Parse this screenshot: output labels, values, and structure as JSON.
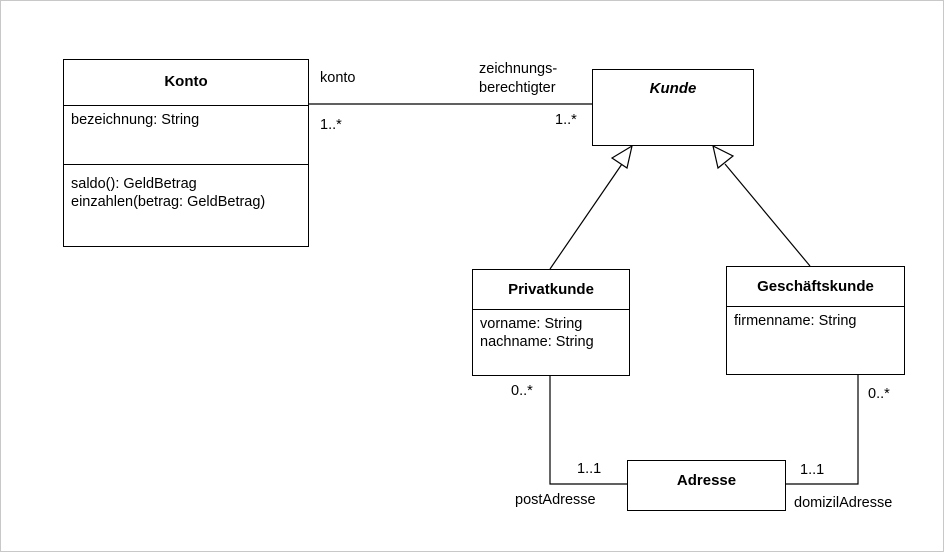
{
  "classes": {
    "konto": {
      "name": "Konto",
      "attributes": [
        "bezeichnung: String"
      ],
      "operations": [
        "saldo(): GeldBetrag",
        "einzahlen(betrag: GeldBetrag)"
      ]
    },
    "kunde": {
      "name": "Kunde",
      "abstract": true
    },
    "privatkunde": {
      "name": "Privatkunde",
      "attributes": [
        "vorname: String",
        "nachname: String"
      ]
    },
    "geschaeftskunde": {
      "name": "Geschäftskunde",
      "attributes": [
        "firmenname: String"
      ]
    },
    "adresse": {
      "name": "Adresse"
    }
  },
  "associations": {
    "konto_kunde": {
      "role_konto": "konto",
      "mult_konto": "1..*",
      "role_kunde_line1": "zeichnungs-",
      "role_kunde_line2": "berechtigter",
      "mult_kunde": "1..*"
    },
    "privat_adresse": {
      "mult_privat": "0..*",
      "mult_adresse": "1..1",
      "role": "postAdresse"
    },
    "geschaeft_adresse": {
      "mult_geschaeft": "0..*",
      "mult_adresse": "1..1",
      "role": "domizilAdresse"
    }
  }
}
